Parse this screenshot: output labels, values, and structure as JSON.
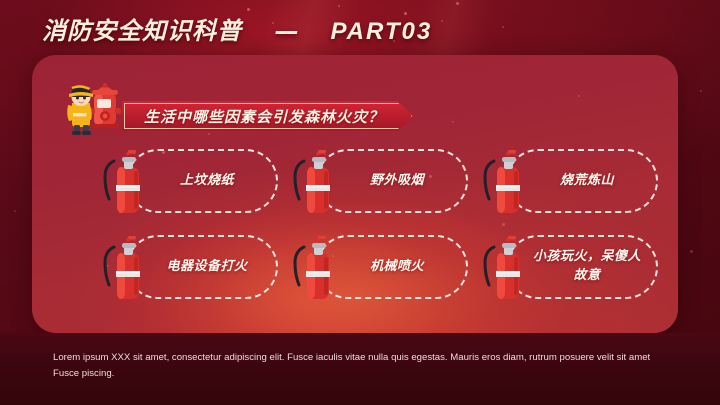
{
  "header": {
    "title_cn": "消防安全知识科普",
    "title_dash": "—",
    "title_part": "PART03"
  },
  "banner": {
    "question": "生活中哪些因素会引发森林火灾？",
    "mascot_icon": "firefighter-with-hydrant"
  },
  "items": [
    {
      "label": "上坟烧纸",
      "icon": "fire-extinguisher"
    },
    {
      "label": "野外吸烟",
      "icon": "fire-extinguisher"
    },
    {
      "label": "烧荒炼山",
      "icon": "fire-extinguisher"
    },
    {
      "label": "电器设备打火",
      "icon": "fire-extinguisher"
    },
    {
      "label": "机械喷火",
      "icon": "fire-extinguisher"
    },
    {
      "label": "小孩玩火，呆傻人\n故意",
      "icon": "fire-extinguisher"
    }
  ],
  "footer": {
    "body": "Lorem ipsum XXX sit amet, consectetur adipiscing elit. Fusce iaculis vitae nulla quis egestas. Mauris eros diam, rutrum posuere velit sit amet Fusce piscing."
  },
  "colors": {
    "page_background": "#500813",
    "panel_red": "#a02637",
    "banner_red": "#bd1f2d",
    "title_cream": "#fbf0df",
    "accent_gold": "#f8e4ba",
    "dash_white": "#fff6ee",
    "footer_dark": "#3d0610",
    "extinguisher_red": "#e0332f"
  }
}
